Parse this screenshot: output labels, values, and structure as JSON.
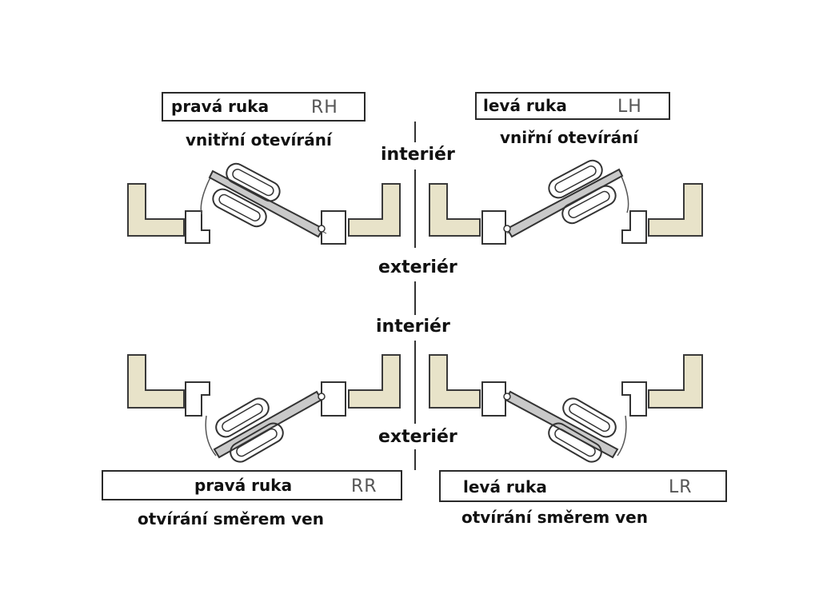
{
  "colors": {
    "frame_fill": "#e8e3c9",
    "frame_stroke": "#3a3a3a",
    "leaf_fill": "#c9c9c9",
    "line": "#333333"
  },
  "top_left": {
    "label": "pravá ruka",
    "code": "RH",
    "caption": "vnitřní otevírání"
  },
  "top_right": {
    "label": "levá ruka",
    "code": "LH",
    "caption": "vniřní otevírání"
  },
  "bottom_left": {
    "label": "pravá ruka",
    "code": "RR",
    "caption": "otvírání směrem ven"
  },
  "bottom_right": {
    "label": "levá ruka",
    "code": "LR",
    "caption": "otvírání směrem ven"
  },
  "zones": {
    "top_interior": "interiér",
    "top_exterior": "exteriér",
    "bottom_interior": "interiér",
    "bottom_exterior": "exteriér"
  },
  "icons": [
    "door-frame-icon",
    "door-leaf-icon",
    "door-handle-icon",
    "hinge-icon",
    "swing-arc-icon"
  ]
}
